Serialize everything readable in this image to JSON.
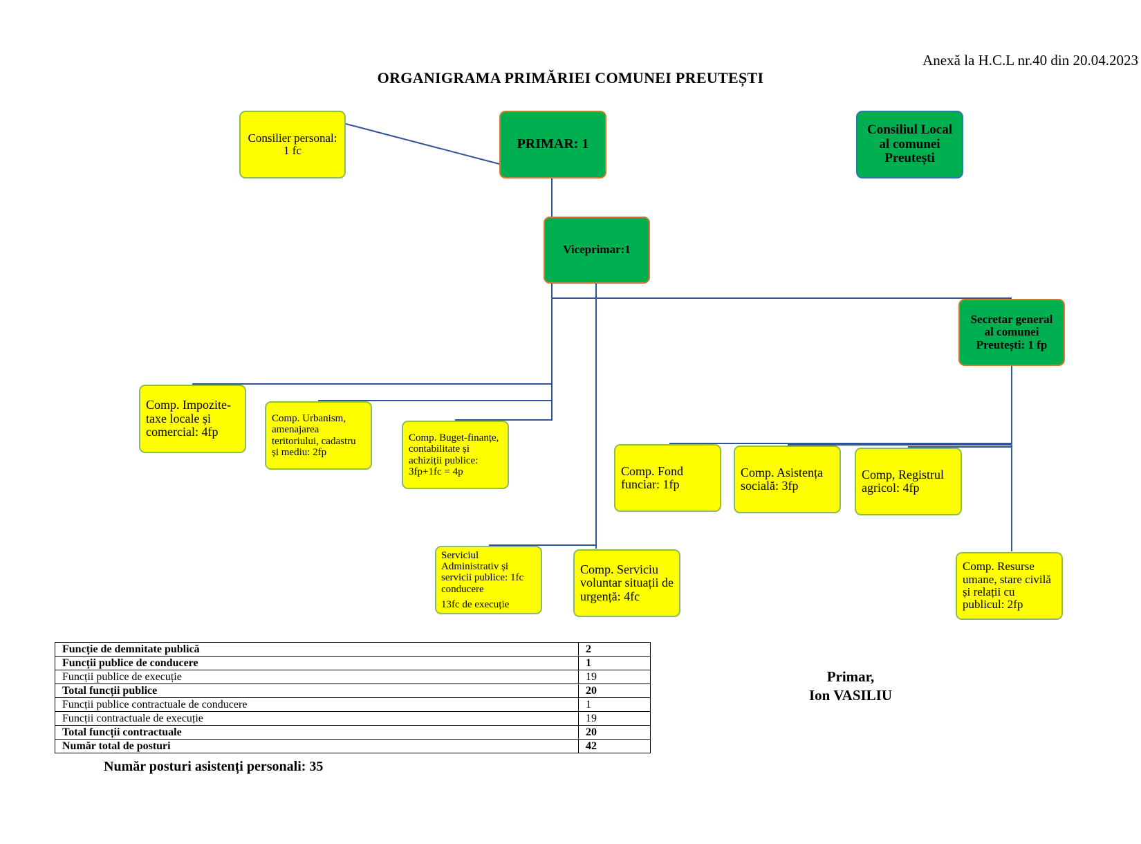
{
  "annex": "Anexă la H.C.L nr.40 din 20.04.2023",
  "title": "ORGANIGRAMA PRIMĂRIEI COMUNEI PREUTEȘTI",
  "colors": {
    "green_box": "#00b050",
    "yellow_box": "#ffff00",
    "connector": "#2f5597"
  },
  "nodes": {
    "consilier": "Consilier personal: 1 fc",
    "primar": "PRIMAR: 1",
    "consiliul": "Consiliul Local al comunei Preutești",
    "viceprimar": "Viceprimar:1",
    "secretar": "Secretar general al comunei Preutești: 1 fp",
    "impozite": "Comp. Impozite-taxe locale și comercial: 4fp",
    "urbanism": "Comp. Urbanism, amenajarea teritoriului, cadastru și mediu: 2fp",
    "buget": "Comp. Buget-finanțe, contabilitate și achiziții publice: 3fp+1fc = 4p",
    "fond": "Comp. Fond funciar: 1fp",
    "asistenta": "Comp. Asistența socială: 3fp",
    "registrul": "Comp, Registrul agricol: 4fp",
    "serviciul_line1": "Serviciul Administrativ și servicii publice: 1fc conducere",
    "serviciul_line2": "13fc de execuție",
    "voluntar": "Comp. Serviciu voluntar situații de urgență: 4fc",
    "resurse": "Comp. Resurse umane, stare civilă și relații cu publicul: 2fp"
  },
  "stats": [
    {
      "label": "Funcție de demnitate publică",
      "value": "2",
      "bold": true
    },
    {
      "label": "Funcții publice de conducere",
      "value": "1",
      "bold": true
    },
    {
      "label": "Funcții publice de execuție",
      "value": "19",
      "bold": false
    },
    {
      "label": "Total funcții publice",
      "value": "20",
      "bold": true
    },
    {
      "label": "Funcții publice contractuale de conducere",
      "value": "1",
      "bold": false
    },
    {
      "label": "Funcții contractuale de execuție",
      "value": "19",
      "bold": false
    },
    {
      "label": "Total funcții contractuale",
      "value": "20",
      "bold": true
    },
    {
      "label": "Număr total de posturi",
      "value": "42",
      "bold": true
    }
  ],
  "assistants": "Număr posturi asistenți personali: 35",
  "signature": {
    "role": "Primar,",
    "name": "Ion VASILIU"
  }
}
